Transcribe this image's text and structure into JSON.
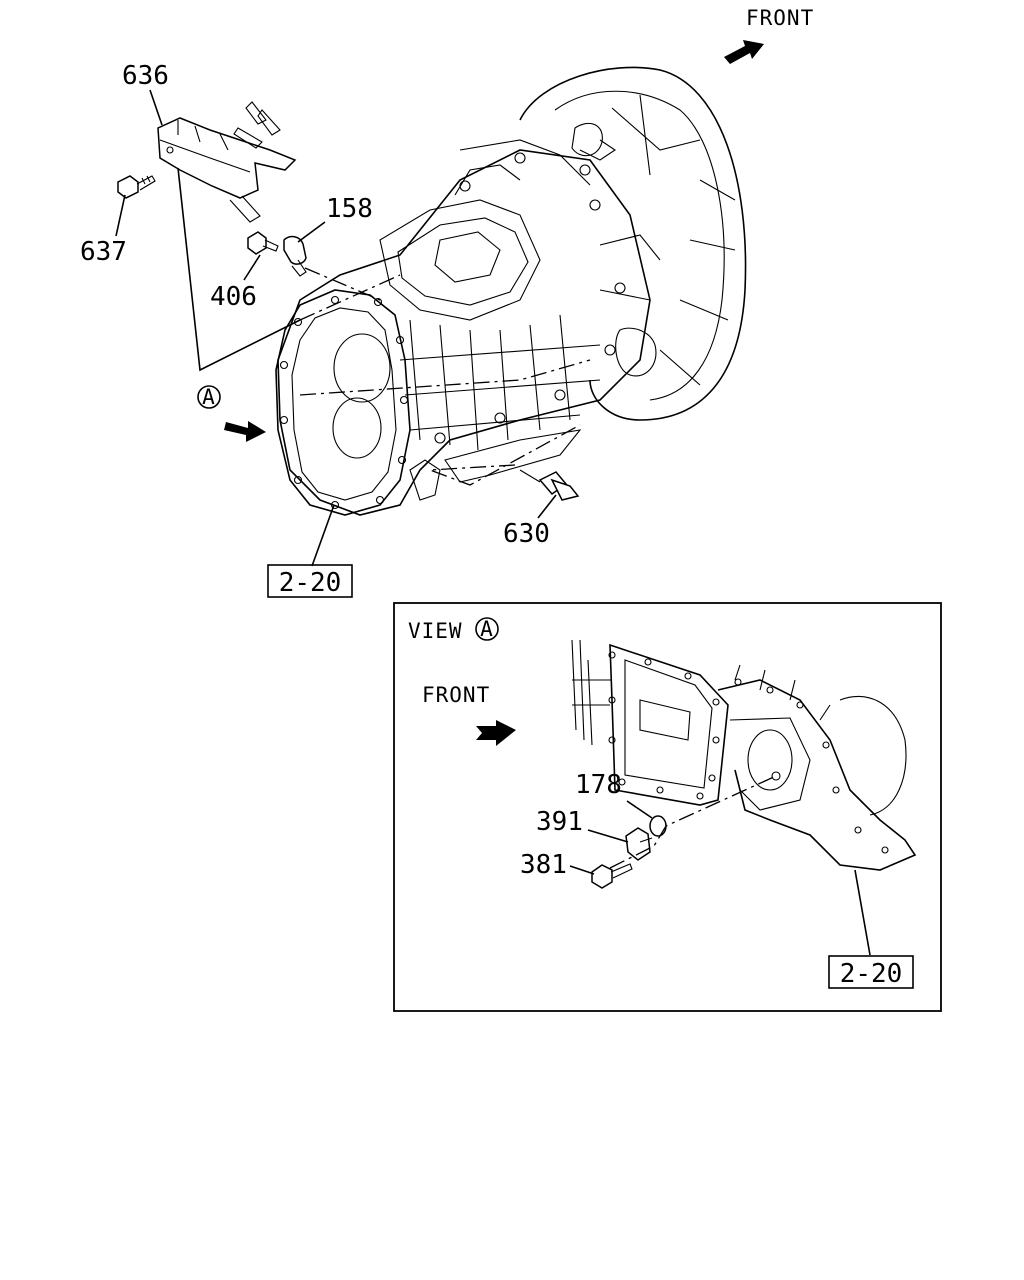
{
  "main": {
    "front_label": "FRONT",
    "view_marker": "A",
    "callouts": {
      "c636": "636",
      "c637": "637",
      "c158": "158",
      "c406": "406",
      "c630": "630",
      "ref_main": "2-20"
    }
  },
  "view": {
    "title": "VIEW",
    "marker": "A",
    "front_label": "FRONT",
    "callouts": {
      "c178": "178",
      "c391": "391",
      "c381": "381",
      "ref_view": "2-20"
    }
  }
}
